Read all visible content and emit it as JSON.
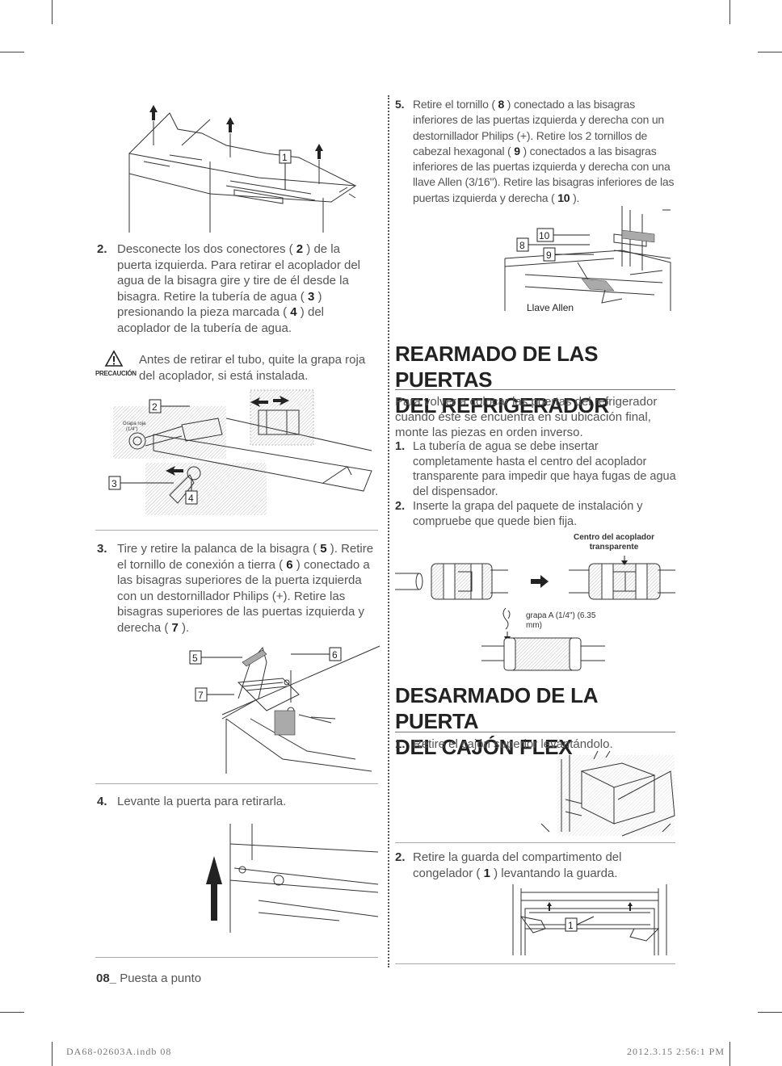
{
  "page": {
    "number": "08_",
    "section": "Puesta a punto"
  },
  "print_info": {
    "file": "DA68-02603A.indb   08",
    "timestamp": "2012.3.15   2:56:1 PM"
  },
  "left": {
    "step2": {
      "num": "2.",
      "parts": [
        "Desconecte los dos conectores ( ",
        "2",
        " ) de la puerta izquierda. Para retirar el acoplador del agua de la bisagra gire y tire de él desde la bisagra. Retire la tubería de agua ( ",
        "3",
        " ) presionando la pieza marcada ( ",
        "4",
        " ) del acoplador de la tubería de agua."
      ]
    },
    "caution": {
      "label": "PRECAUCIÓN",
      "text": "Antes de retirar el tubo, quite la grapa roja del acoplador, si está instalada."
    },
    "fig1_callouts": [
      "1"
    ],
    "fig2_callouts": [
      "2",
      "3",
      "4"
    ],
    "fig2_clip_label": [
      "Grapa roja",
      "(1/4\")"
    ],
    "step3": {
      "num": "3.",
      "parts": [
        "Tire y retire la palanca de la bisagra ( ",
        "5",
        " ). Retire el tornillo de conexión a tierra ( ",
        "6",
        " ) conectado a las bisagras superiores de la puerta izquierda con un destornillador Philips (+). Retire las bisagras superiores de las puertas izquierda y derecha ( ",
        "7",
        " )."
      ]
    },
    "fig3_callouts": [
      "5",
      "6",
      "7"
    ],
    "step4": {
      "num": "4.",
      "text": "Levante la puerta para retirarla."
    }
  },
  "right": {
    "step5": {
      "num": "5.",
      "parts": [
        "Retire el tornillo ( ",
        "8",
        " ) conectado a las bisagras inferiores de las puertas izquierda y derecha con un destornillador Philips (+). Retire los 2 tornillos de cabezal hexagonal ( ",
        "9",
        " ) conectados a las bisagras inferiores de las puertas izquierda y derecha con una llave Allen (3/16\"). Retire las bisagras inferiores de las puertas izquierda y derecha ( ",
        "10",
        " )."
      ]
    },
    "fig5_callouts": [
      "10",
      "8",
      "9"
    ],
    "fig5_label": "Llave Allen",
    "section1": {
      "title_line1": "REARMADO DE LAS PUERTAS",
      "title_line2": "DEL REFRIGERADOR",
      "intro": "Para volver a colocar las puertas del refrigerador cuando éste se encuentra en su ubicación final, monte las piezas en orden inverso.",
      "items": [
        {
          "num": "1.",
          "text": "La tubería de agua se debe insertar completamente hasta el centro del acoplador transparente para impedir que haya fugas de agua del dispensador."
        },
        {
          "num": "2.",
          "text": "Inserte la grapa del paquete de instalación y compruebe que quede bien fija."
        }
      ],
      "coupler_label": [
        "Centro del acoplador",
        "transparente"
      ],
      "clip_label": [
        "grapa A (1/4\") (6.35",
        "mm)"
      ]
    },
    "section2": {
      "title_line1": "DESARMADO DE LA PUERTA",
      "title_line2": "DEL CAJÓN FLEX",
      "items": [
        {
          "num": "1.",
          "text": "Retire el cajón superior levantándolo."
        },
        {
          "num": "2.",
          "parts": [
            "Retire la guarda del compartimento del congelador ( ",
            "1",
            " ) levantando la guarda."
          ]
        }
      ],
      "fig_callouts": [
        "1"
      ]
    }
  }
}
